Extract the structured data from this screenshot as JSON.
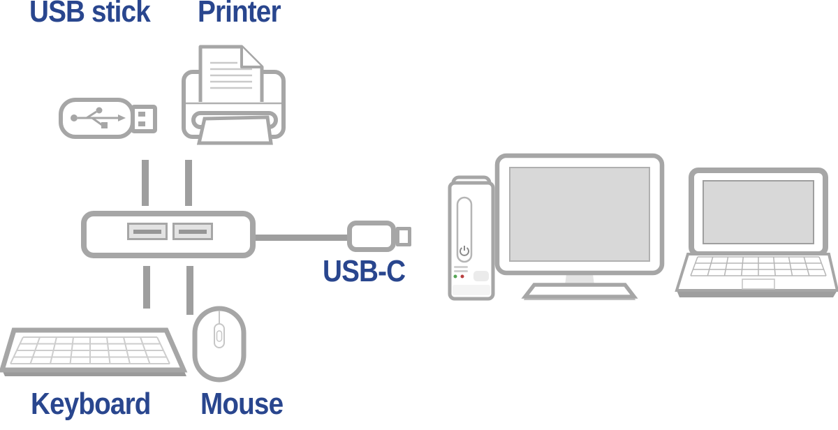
{
  "labels": {
    "usb_stick": "USB stick",
    "printer": "Printer",
    "usb_c": "USB-C",
    "keyboard": "Keyboard",
    "mouse": "Mouse"
  },
  "icons": [
    "usb-stick-icon",
    "printer-icon",
    "usb-hub-icon",
    "usb-c-plug-icon",
    "keyboard-icon",
    "mouse-icon",
    "pc-tower-icon",
    "monitor-icon",
    "laptop-icon"
  ],
  "colors": {
    "background": "#ffffff",
    "label_text": "#29468e",
    "outline_gray": "#a6a6a6",
    "cable_gray": "#9e9e9e",
    "screen_fill": "#d8d8d8",
    "key_grid_gray": "#cdcdcd",
    "led_green": "#55a555",
    "led_red": "#b94040"
  }
}
